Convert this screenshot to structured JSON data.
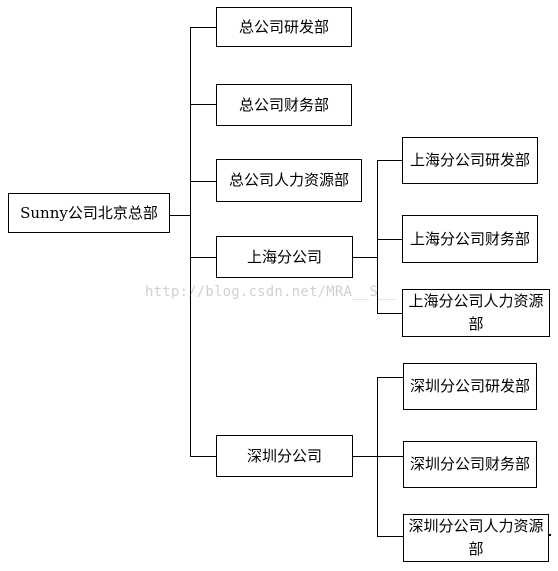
{
  "root": {
    "label": "Sunny公司北京总部"
  },
  "hq_departments": [
    {
      "label": "总公司研发部"
    },
    {
      "label": "总公司财务部"
    },
    {
      "label": "总公司人力资源部"
    }
  ],
  "branches": [
    {
      "label": "上海分公司",
      "departments": [
        {
          "label": "上海分公司研发部"
        },
        {
          "label": "上海分公司财务部"
        },
        {
          "label": "上海分公司人力资源部"
        }
      ]
    },
    {
      "label": "深圳分公司",
      "departments": [
        {
          "label": "深圳分公司研发部"
        },
        {
          "label": "深圳分公司财务部"
        },
        {
          "label": "深圳分公司人力资源部"
        }
      ]
    }
  ],
  "watermark": "http://blog.csdn.net/MRA__S__"
}
